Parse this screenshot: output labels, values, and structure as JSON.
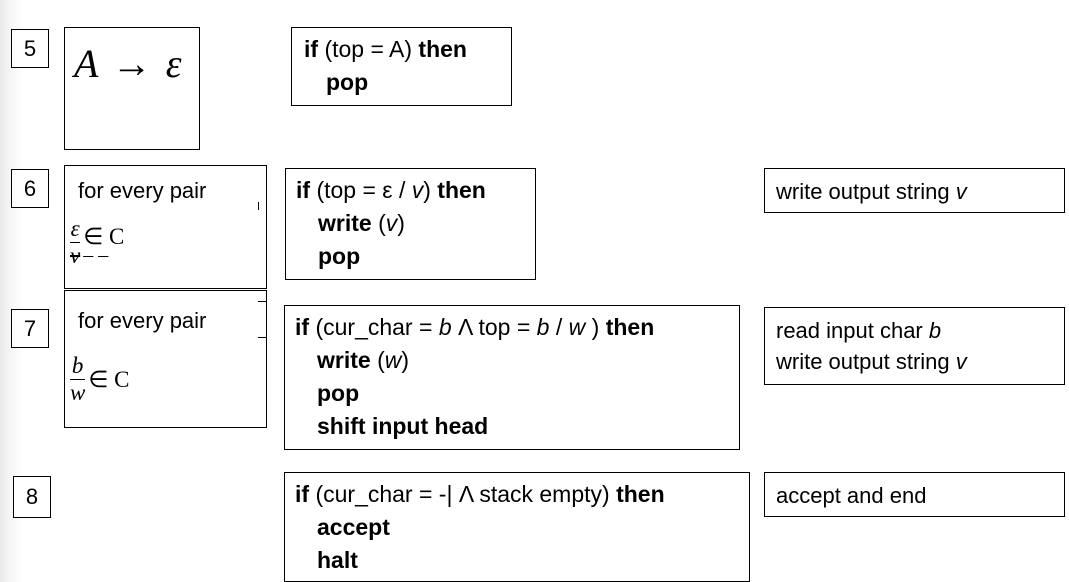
{
  "rows": [
    {
      "number": "5",
      "rule": {
        "lhs": "A",
        "arrow": "→",
        "rhs": "ε"
      },
      "code": [
        [
          {
            "t": "if",
            "k": "kw"
          },
          {
            "t": " (top = A) "
          },
          {
            "t": "then",
            "k": "kw"
          }
        ],
        [
          {
            "t": "pop",
            "k": "kw"
          }
        ]
      ]
    },
    {
      "number": "6",
      "pair_label": "for every pair",
      "pair": {
        "top": "ε",
        "bottom": "v",
        "member": "∈ C",
        "dashes": "– –"
      },
      "code": [
        [
          {
            "t": "if",
            "k": "kw"
          },
          {
            "t": " (top = ε / "
          },
          {
            "t": "v",
            "k": "it"
          },
          {
            "t": ") "
          },
          {
            "t": "then",
            "k": "kw"
          }
        ],
        [
          {
            "t": "write",
            "k": "kw"
          },
          {
            "t": " ("
          },
          {
            "t": "v",
            "k": "it"
          },
          {
            "t": ")"
          }
        ],
        [
          {
            "t": "pop",
            "k": "kw"
          }
        ]
      ],
      "desc": [
        [
          {
            "t": "write output string "
          },
          {
            "t": "v",
            "k": "it"
          }
        ]
      ]
    },
    {
      "number": "7",
      "pair_label": "for every pair",
      "pair": {
        "top": "b",
        "bottom": "w",
        "member": "∈ C"
      },
      "code": [
        [
          {
            "t": "if",
            "k": "kw"
          },
          {
            "t": " (cur_char = "
          },
          {
            "t": "b",
            "k": "it"
          },
          {
            "t": " Λ top = "
          },
          {
            "t": "b",
            "k": "it"
          },
          {
            "t": " / "
          },
          {
            "t": "w",
            "k": "it"
          },
          {
            "t": " ) "
          },
          {
            "t": "then",
            "k": "kw"
          }
        ],
        [
          {
            "t": "write",
            "k": "kw"
          },
          {
            "t": " ("
          },
          {
            "t": "w",
            "k": "it"
          },
          {
            "t": ")"
          }
        ],
        [
          {
            "t": "pop",
            "k": "kw"
          }
        ],
        [
          {
            "t": "shift input head",
            "k": "kw"
          }
        ]
      ],
      "desc": [
        [
          {
            "t": "read input char "
          },
          {
            "t": "b",
            "k": "it"
          }
        ],
        [
          {
            "t": "write output string "
          },
          {
            "t": "v",
            "k": "it"
          }
        ]
      ]
    },
    {
      "number": "8",
      "code": [
        [
          {
            "t": "if",
            "k": "kw"
          },
          {
            "t": " (cur_char = -| Λ stack empty) "
          },
          {
            "t": "then",
            "k": "kw"
          }
        ],
        [
          {
            "t": "accept",
            "k": "kw"
          }
        ],
        [
          {
            "t": "halt",
            "k": "kw"
          }
        ]
      ],
      "desc": [
        [
          {
            "t": "accept and end"
          }
        ]
      ]
    }
  ]
}
